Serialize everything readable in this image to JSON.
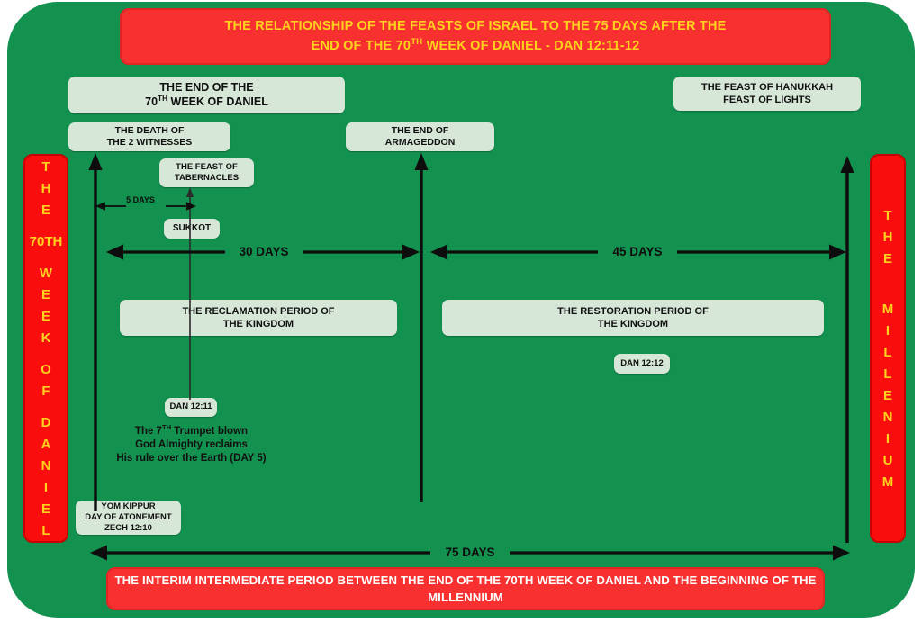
{
  "colors": {
    "frame_green": "#12914F",
    "box_mint": "#D6E6D7",
    "banner_red": "#F93030",
    "side_red": "#FA0D0D",
    "title_yellow": "#FFD21E",
    "banner_white": "#FFFFFF",
    "ink_black": "#0D0D0D"
  },
  "title_banner": {
    "line1": "THE RELATIONSHIP OF THE FEASTS OF ISRAEL TO THE 75 DAYS AFTER THE",
    "line2_pre": "END OF THE 70",
    "line2_sup": "TH",
    "line2_post": " WEEK OF DANIEL - DAN 12:11-12"
  },
  "bottom_banner": {
    "line1": "THE INTERIM INTERMEDIATE PERIOD BETWEEN THE END OF THE 70TH WEEK OF DANIEL AND THE BEGINNING OF THE",
    "line2": "MILLENNIUM"
  },
  "left_banner": {
    "full_text": "THE 70TH WEEK OF DANIEL",
    "chars": [
      "T",
      "H",
      "E",
      "",
      "70TH",
      "",
      "W",
      "E",
      "E",
      "K",
      "",
      "O",
      "F",
      "",
      "D",
      "A",
      "N",
      "I",
      "E",
      "L"
    ]
  },
  "right_banner": {
    "full_text": "THE MILLENIUM",
    "chars": [
      "T",
      "H",
      "E",
      "",
      "",
      "M",
      "I",
      "L",
      "L",
      "E",
      "N",
      "I",
      "U",
      "M"
    ]
  },
  "boxes": {
    "end_of_70th_week": {
      "line1": "THE END OF THE",
      "line2_pre": "70",
      "line2_sup": "TH",
      "line2_post": " WEEK OF DANIEL"
    },
    "death_of_2_witnesses": {
      "line1": "THE DEATH OF",
      "line2": "THE 2 WITNESSES"
    },
    "end_of_armageddon": {
      "line1": "THE END OF",
      "line2": "ARMAGEDDON"
    },
    "feast_of_hanukkah": {
      "line1": "THE FEAST OF HANUKKAH",
      "line2": "FEAST OF LIGHTS"
    },
    "feast_of_tabernacles": {
      "line1": "THE FEAST OF",
      "line2": "TABERNACLES"
    },
    "sukkot": {
      "label": "SUKKOT"
    },
    "reclamation_period": {
      "line1": "THE RECLAMATION PERIOD OF",
      "line2": "THE KINGDOM"
    },
    "restoration_period": {
      "line1": "THE RESTORATION PERIOD OF",
      "line2": "THE KINGDOM"
    },
    "dan_12_11": {
      "label": "DAN 12:11"
    },
    "dan_12_12": {
      "label": "DAN 12:12"
    },
    "yom_kippur": {
      "line1": "YOM KIPPUR",
      "line2": "DAY OF ATONEMENT",
      "line3": "ZECH 12:10"
    }
  },
  "notes": {
    "seventh_trumpet": {
      "line1_pre": "The 7",
      "line1_sup": "TH",
      "line1_post": " Trumpet blown",
      "line2": "God Almighty reclaims",
      "line3": "His rule over the Earth (DAY 5)"
    }
  },
  "measures": {
    "five_days": "5 DAYS",
    "thirty_days": "30 DAYS",
    "forty_five_days": "45 DAYS",
    "seventy_five_days": "75 DAYS"
  },
  "chart_data": {
    "type": "diagram",
    "title": "THE RELATIONSHIP OF THE FEASTS OF ISRAEL TO THE 75 DAYS AFTER THE END OF THE 70TH WEEK OF DANIEL - DAN 12:11-12",
    "timeline_markers": [
      {
        "name": "End of the 70th Week of Daniel",
        "position_label": "left",
        "day": 0
      },
      {
        "name": "End of Armageddon",
        "position_label": "middle",
        "day": 30
      },
      {
        "name": "Beginning of the Millenium",
        "position_label": "right",
        "day": 75
      }
    ],
    "intervals": [
      {
        "label": "5 DAYS",
        "from_day": 0,
        "to_day": 5,
        "note": "End of 70th week to Feast of Tabernacles / Sukkot"
      },
      {
        "label": "30 DAYS",
        "from_day": 0,
        "to_day": 30,
        "note": "The Reclamation Period of the Kingdom - Dan 12:11"
      },
      {
        "label": "45 DAYS",
        "from_day": 30,
        "to_day": 75,
        "note": "The Restoration Period of the Kingdom - Dan 12:12"
      },
      {
        "label": "75 DAYS",
        "from_day": 0,
        "to_day": 75,
        "note": "The interim intermediate period"
      }
    ]
  }
}
